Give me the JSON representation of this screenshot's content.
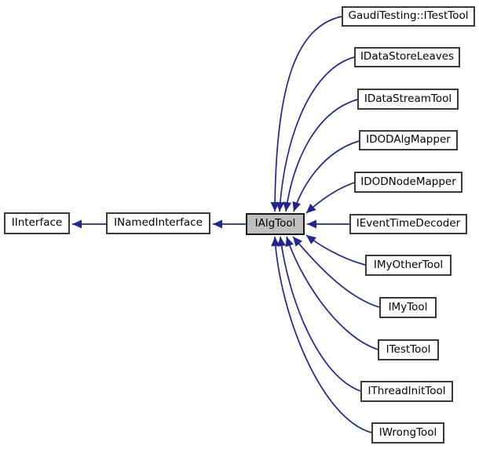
{
  "nodes": {
    "base": [
      {
        "label": "IInterface"
      },
      {
        "label": "INamedInterface"
      }
    ],
    "current": {
      "label": "IAlgTool"
    },
    "derived": [
      {
        "label": "GaudiTesting::ITestTool"
      },
      {
        "label": "IDataStoreLeaves"
      },
      {
        "label": "IDataStreamTool"
      },
      {
        "label": "IDODAlgMapper"
      },
      {
        "label": "IDODNodeMapper"
      },
      {
        "label": "IEventTimeDecoder"
      },
      {
        "label": "IMyOtherTool"
      },
      {
        "label": "IMyTool"
      },
      {
        "label": "ITestTool"
      },
      {
        "label": "IThreadInitTool"
      },
      {
        "label": "IWrongTool"
      }
    ]
  },
  "colors": {
    "arrow": "#24248f",
    "node_fill": "#ffffff",
    "node_border": "#3a3a3a",
    "current_fill": "#bfbfbf",
    "current_border": "#1a1a1a",
    "text": "#000000",
    "background": "#ffffff"
  }
}
